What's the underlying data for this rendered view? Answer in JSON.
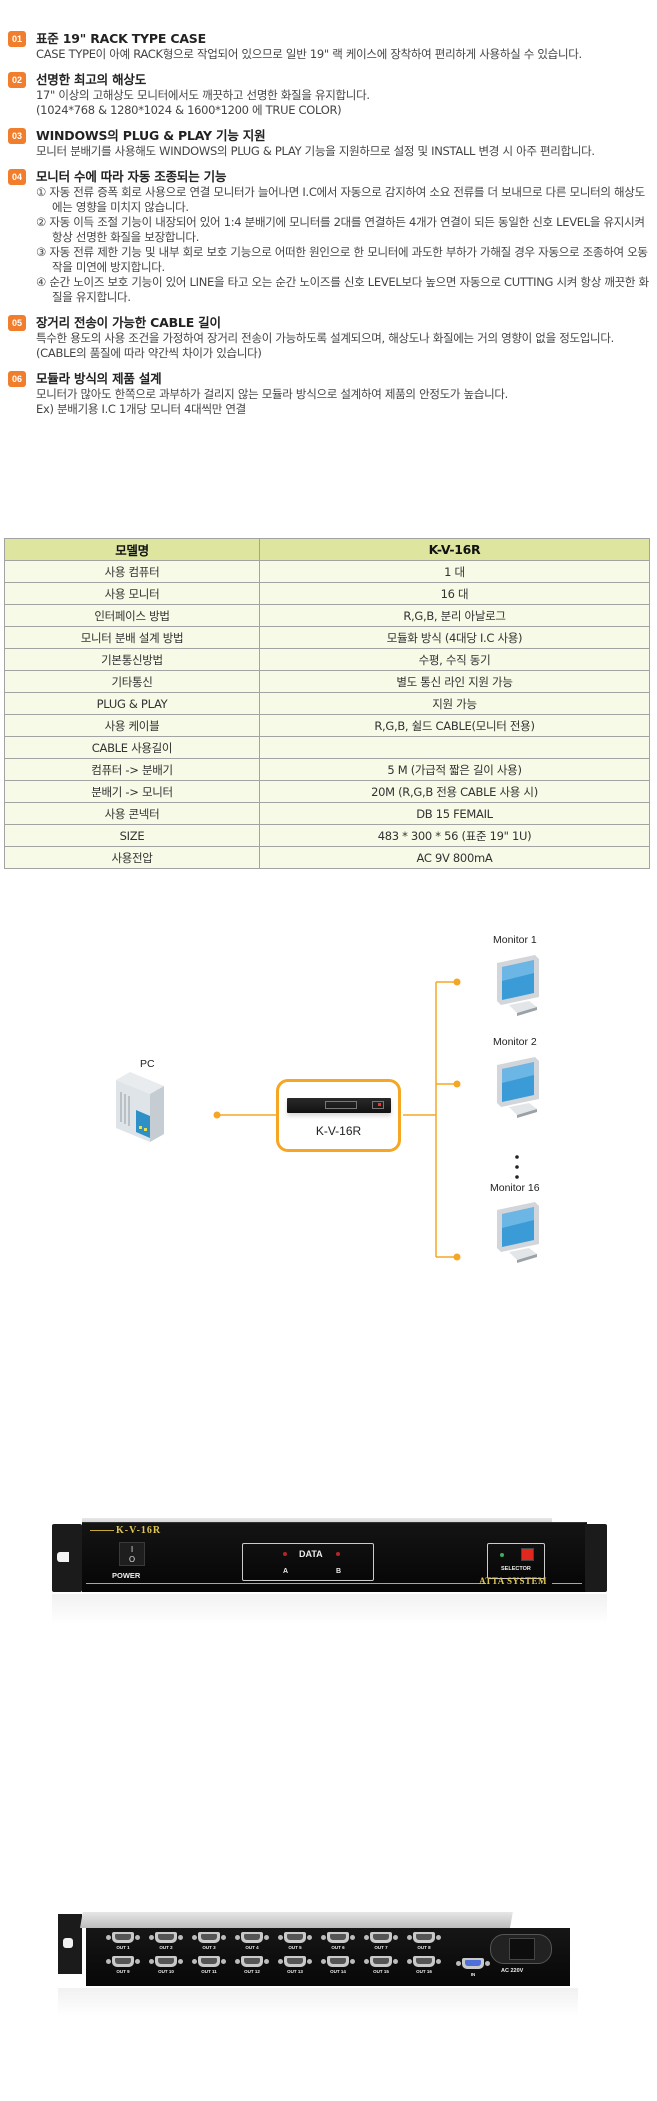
{
  "features": [
    {
      "number": "01",
      "title": "표준 19\" RACK TYPE CASE",
      "lines": [
        "CASE TYPE이 아예 RACK형으로 작업되어 있으므로 일반 19\" 랙 케이스에 장착하여 편리하게 사용하실 수 있습니다."
      ]
    },
    {
      "number": "02",
      "title": "선명한 최고의 해상도",
      "lines": [
        "17\" 이상의 고해상도 모니터에서도 깨끗하고 선명한 화질을 유지합니다.",
        "(1024*768 & 1280*1024 & 1600*1200 에 TRUE COLOR)"
      ]
    },
    {
      "number": "03",
      "title": "WINDOWS의 PLUG & PLAY 기능 지원",
      "lines": [
        "모니터 분배기를 사용해도 WINDOWS의 PLUG & PLAY 기능을 지원하므로 설정 및 INSTALL 변경 시 아주 편리합니다."
      ]
    },
    {
      "number": "04",
      "title": "모니터 수에 따라 자동 조종되는 기능",
      "items": [
        "① 자동 전류 증폭 회로 사용으로 연결 모니터가 늘어나면 I.C에서 자동으로 감지하여 소요 전류를 더 보내므로 다른 모니터의 해상도에는 영향을 미치지 않습니다.",
        "② 자동 이득 조절 기능이 내장되어 있어 1:4 분배기에 모니터를 2대를 연결하든 4개가 연결이 되든 동일한 신호 LEVEL을 유지시켜 항상 선명한 화질을 보장합니다.",
        "③ 자동 전류 제한 기능 및 내부 회로 보호 기능으로 어떠한 원인으로 한 모니터에 과도한 부하가 가해질 경우 자동으로 조종하여 오동작을 미연에 방지합니다.",
        "④ 순간 노이즈 보호 기능이 있어 LINE을 타고 오는 순간 노이즈를 신호 LEVEL보다 높으면 자동으로 CUTTING 시켜 항상 깨끗한 화질을 유지합니다."
      ]
    },
    {
      "number": "05",
      "title": "장거리 전송이 가능한 CABLE 길이",
      "lines": [
        "특수한 용도의 사용 조건을 가정하여 장거리 전송이 가능하도록 설계되으며, 해상도나 화질에는 거의 영향이 없을 정도입니다. (CABLE의 품질에 따라 약간씩 차이가 있습니다)"
      ]
    },
    {
      "number": "06",
      "title": "모듈라 방식의 제품 설계",
      "lines": [
        "모니터가 많아도 한쪽으로 과부하가 걸리지 않는 모듈라 방식으로 설계하여 제품의 안정도가 높습니다.",
        "Ex) 분배기용 I.C 1개당 모니터 4대씩만 연결"
      ]
    }
  ],
  "spec_table": {
    "header": [
      "모델명",
      "K-V-16R"
    ],
    "rows": [
      [
        "사용 컴퓨터",
        "1 대"
      ],
      [
        "사용 모니터",
        "16 대"
      ],
      [
        "인터페이스 방법",
        "R,G,B, 분리 아날로그"
      ],
      [
        "모니터 분배 설계 방법",
        "모듈화 방식 (4대당 I.C 사용)"
      ],
      [
        "기본통신방법",
        "수평, 수직 동기"
      ],
      [
        "기타통신",
        "별도 통신 라인 지원 가능"
      ],
      [
        "PLUG & PLAY",
        "지원 가능"
      ],
      [
        "사용 케이블",
        "R,G,B, 쉴드 CABLE(모니터 전용)"
      ],
      [
        "CABLE 사용길이",
        ""
      ],
      [
        "컴퓨터 -> 분배기",
        "5 M (가급적 짧은 길이 사용)"
      ],
      [
        "분배기 -> 모니터",
        "20M (R,G,B 전용 CABLE 사용 시)"
      ],
      [
        "사용 콘넥터",
        "DB 15 FEMAIL"
      ],
      [
        "SIZE",
        "483 * 300 * 56 (표준 19\" 1U)"
      ],
      [
        "사용전압",
        "AC 9V 800mA"
      ]
    ]
  },
  "diagram": {
    "source_label": "PC",
    "device_label": "K-V-16R",
    "monitors": [
      "Monitor 1",
      "Monitor 2",
      "Monitor 16"
    ],
    "line_color": "#f5a623"
  },
  "front_panel": {
    "model": "K-V-16R",
    "power_label": "POWER",
    "power_switch": "I\nO",
    "data_label": "DATA",
    "channel_a": "A",
    "channel_b": "B",
    "selector_label": "SELECTOR",
    "brand": "ATTA SYSTEM"
  },
  "rear_panel": {
    "outputs_top": [
      "OUT 1",
      "OUT 2",
      "OUT 3",
      "OUT 4",
      "OUT 5",
      "OUT 6",
      "OUT 7",
      "OUT 8"
    ],
    "outputs_bottom": [
      "OUT 9",
      "OUT 10",
      "OUT 11",
      "OUT 12",
      "OUT 13",
      "OUT 14",
      "OUT 15",
      "OUT 16"
    ],
    "input_label": "IN",
    "power_label": "AC 220V"
  },
  "colors": {
    "badge": "#f07e2d",
    "table_header": "#dde59e",
    "table_row": "#f6fae6",
    "diagram_line": "#f5a623"
  }
}
